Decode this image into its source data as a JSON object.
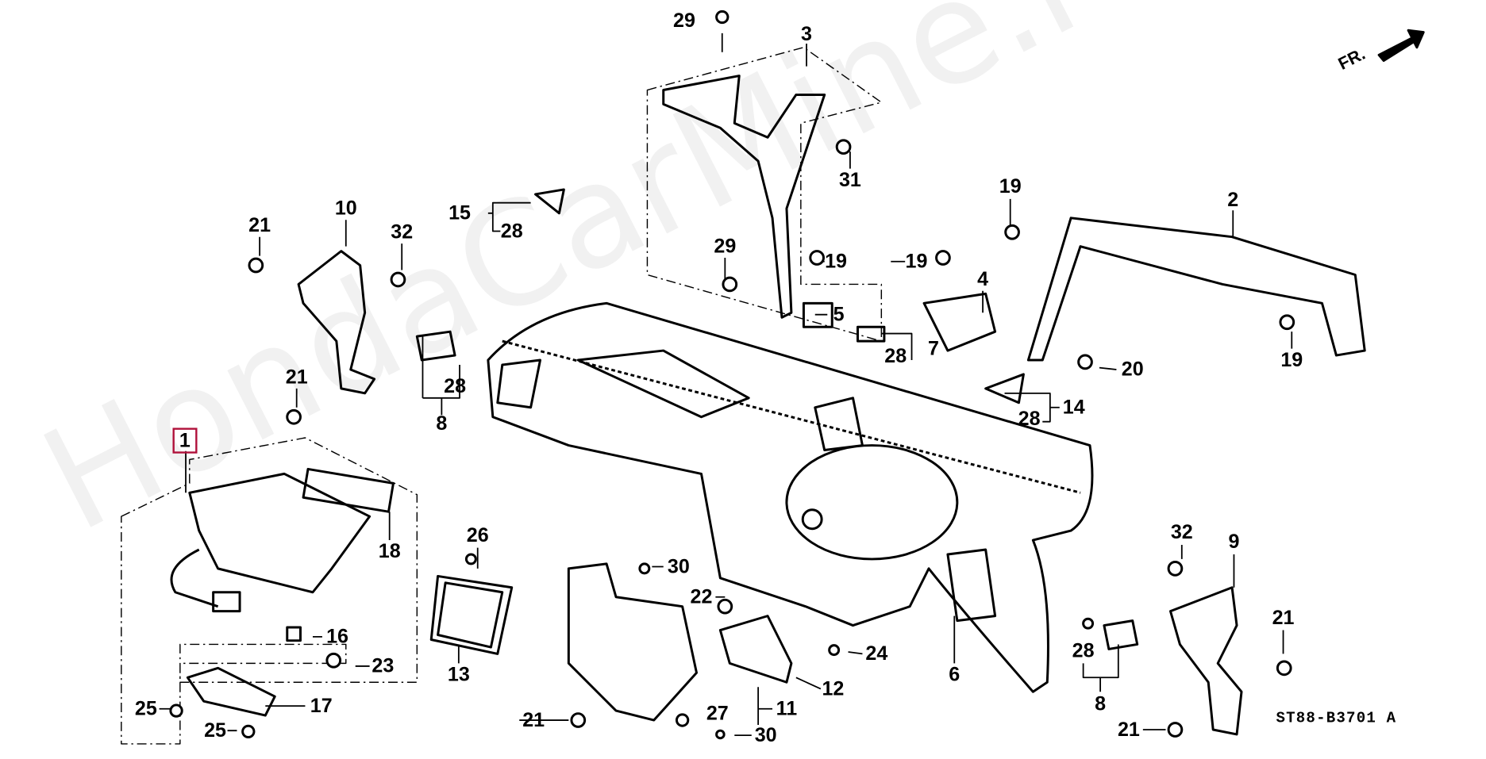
{
  "watermark": "HondaCarMine.ru",
  "direction_label": "FR.",
  "diagram_code": "ST88-B3701 A",
  "highlight_color": "#b0103a",
  "callouts": [
    {
      "id": "c29a",
      "text": "29"
    },
    {
      "id": "c3",
      "text": "3"
    },
    {
      "id": "c31",
      "text": "31"
    },
    {
      "id": "c15",
      "text": "15"
    },
    {
      "id": "c28a",
      "text": "28"
    },
    {
      "id": "c10",
      "text": "10"
    },
    {
      "id": "c21a",
      "text": "21"
    },
    {
      "id": "c32a",
      "text": "32"
    },
    {
      "id": "c19a",
      "text": "19"
    },
    {
      "id": "c2",
      "text": "2"
    },
    {
      "id": "c29b",
      "text": "29"
    },
    {
      "id": "c19b",
      "text": "19"
    },
    {
      "id": "c19c",
      "text": "19"
    },
    {
      "id": "c4",
      "text": "4"
    },
    {
      "id": "c5",
      "text": "5"
    },
    {
      "id": "c7",
      "text": "7"
    },
    {
      "id": "c28b",
      "text": "28"
    },
    {
      "id": "c19d",
      "text": "19"
    },
    {
      "id": "c20",
      "text": "20"
    },
    {
      "id": "c14",
      "text": "14"
    },
    {
      "id": "c28c",
      "text": "28"
    },
    {
      "id": "c28d",
      "text": "28"
    },
    {
      "id": "c8a",
      "text": "8"
    },
    {
      "id": "c21b",
      "text": "21"
    },
    {
      "id": "c1",
      "text": "1"
    },
    {
      "id": "c18",
      "text": "18"
    },
    {
      "id": "c26",
      "text": "26"
    },
    {
      "id": "c30a",
      "text": "30"
    },
    {
      "id": "c16",
      "text": "16"
    },
    {
      "id": "c23",
      "text": "23"
    },
    {
      "id": "c13",
      "text": "13"
    },
    {
      "id": "c22",
      "text": "22"
    },
    {
      "id": "c24",
      "text": "24"
    },
    {
      "id": "c6",
      "text": "6"
    },
    {
      "id": "c12",
      "text": "12"
    },
    {
      "id": "c17",
      "text": "17"
    },
    {
      "id": "c25a",
      "text": "25"
    },
    {
      "id": "c25b",
      "text": "25"
    },
    {
      "id": "c11",
      "text": "11"
    },
    {
      "id": "c27",
      "text": "27"
    },
    {
      "id": "c21c",
      "text": "21"
    },
    {
      "id": "c30b",
      "text": "30"
    },
    {
      "id": "c32b",
      "text": "32"
    },
    {
      "id": "c9",
      "text": "9"
    },
    {
      "id": "c21d",
      "text": "21"
    },
    {
      "id": "c28e",
      "text": "28"
    },
    {
      "id": "c8b",
      "text": "8"
    },
    {
      "id": "c21e",
      "text": "21"
    }
  ]
}
